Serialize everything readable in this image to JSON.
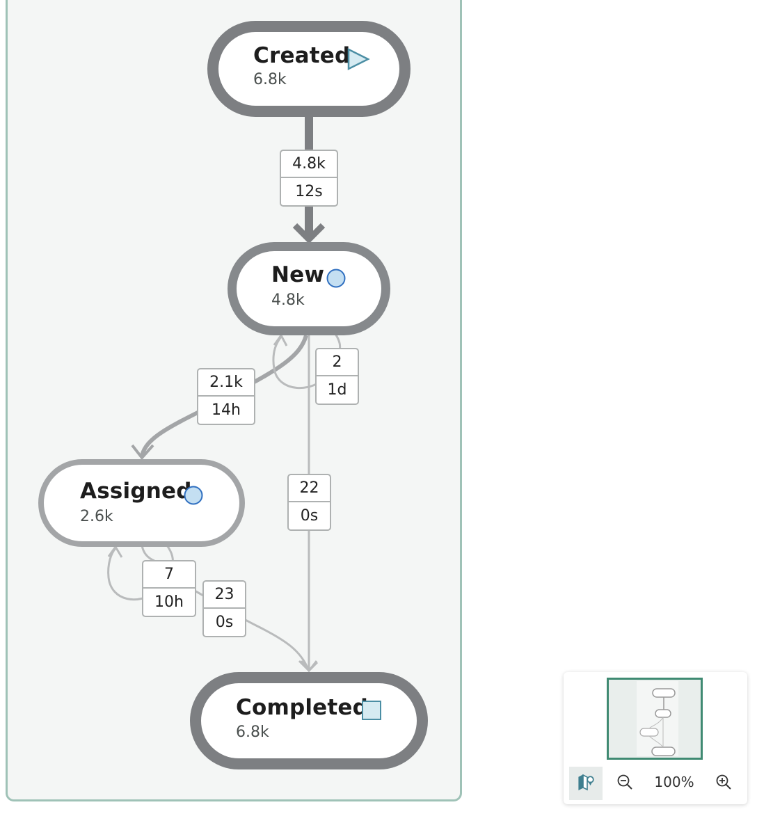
{
  "nodes": [
    {
      "id": "created",
      "title": "Created",
      "count": "6.8k",
      "icon": "start-triangle-icon"
    },
    {
      "id": "new",
      "title": "New",
      "count": "4.8k",
      "icon": "circle-icon"
    },
    {
      "id": "assigned",
      "title": "Assigned",
      "count": "2.6k",
      "icon": "circle-icon"
    },
    {
      "id": "completed",
      "title": "Completed",
      "count": "6.8k",
      "icon": "end-square-icon"
    }
  ],
  "edges": [
    {
      "from": "Created",
      "to": "New",
      "count": "4.8k",
      "duration": "12s"
    },
    {
      "from": "New",
      "to": "Assigned",
      "count": "2.1k",
      "duration": "14h"
    },
    {
      "from": "New",
      "to": "New",
      "count": "2",
      "duration": "1d"
    },
    {
      "from": "New",
      "to": "Completed",
      "count": "22",
      "duration": "0s"
    },
    {
      "from": "Assigned",
      "to": "Assigned",
      "count": "7",
      "duration": "10h"
    },
    {
      "from": "Assigned",
      "to": "Completed",
      "count": "23",
      "duration": "0s"
    }
  ],
  "minimap": {
    "zoom": "100%"
  },
  "colors": {
    "heavy_edge": "#7d7f82",
    "light_edge": "#b9bbbc",
    "canvas_border": "#9fc2b7",
    "icon_fill": "#c4dff2",
    "icon_stroke": "#2f6fc0",
    "end_fill": "#d6ebf2",
    "end_stroke": "#4b8ea4"
  }
}
